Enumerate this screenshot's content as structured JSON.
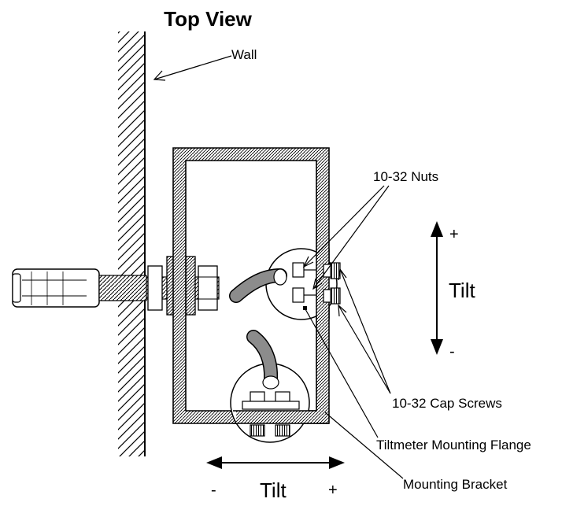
{
  "diagram": {
    "title": "Top View",
    "labels": {
      "wall": "Wall",
      "nuts": "10-32 Nuts",
      "cap_screws": "10-32 Cap Screws",
      "flange": "Tiltmeter Mounting Flange",
      "bracket": "Mounting Bracket"
    },
    "vertical_axis": {
      "label": "Tilt",
      "plus": "+",
      "minus": "-"
    },
    "horizontal_axis": {
      "label": "Tilt",
      "plus": "+",
      "minus": "-"
    },
    "colors": {
      "line": "#000000",
      "cable": "#8c8c8c",
      "background": "#ffffff"
    }
  }
}
